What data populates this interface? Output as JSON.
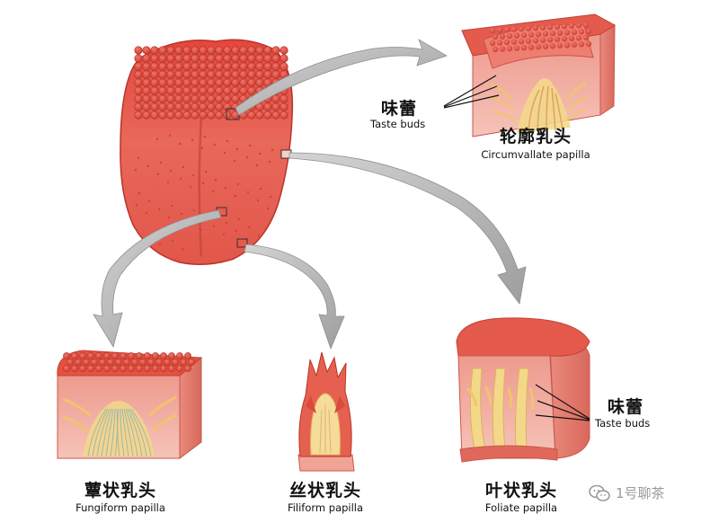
{
  "diagram": {
    "circumvallate": {
      "name_cn": "轮廓乳头",
      "name_en": "Circumvallate papilla"
    },
    "fungiform": {
      "name_cn": "蕈状乳头",
      "name_en": "Fungiform papilla"
    },
    "filiform": {
      "name_cn": "丝状乳头",
      "name_en": "Filiform papilla"
    },
    "foliate": {
      "name_cn": "叶状乳头",
      "name_en": "Foliate papilla"
    },
    "taste_buds_top": {
      "cn": "味蕾",
      "en": "Taste buds"
    },
    "taste_buds_right": {
      "cn": "味蕾",
      "en": "Taste buds"
    }
  },
  "watermark": {
    "text": "1号聊茶",
    "icon": "wechat-icon"
  },
  "colors": {
    "tissue_red": "#e65548",
    "tissue_light": "#f29c90",
    "core_yellow": "#f3d88a",
    "arrow_gray": "#b3b3b3"
  }
}
